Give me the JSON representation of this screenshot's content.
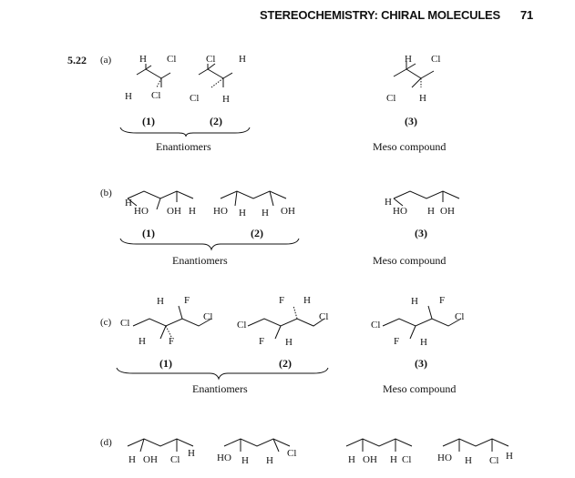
{
  "header": {
    "title": "STEREOCHEMISTRY: CHIRAL MOLECULES",
    "page": "71"
  },
  "problem": "5.22",
  "parts": {
    "a": {
      "label": "(a)",
      "m1": {
        "top": [
          "H",
          "Cl"
        ],
        "bottom": [
          "H",
          "Cl"
        ],
        "num": "(1)"
      },
      "m2": {
        "top": [
          "Cl",
          "H"
        ],
        "bottom": [
          "Cl",
          "H"
        ],
        "num": "(2)"
      },
      "m3": {
        "top": [
          "H",
          "Cl"
        ],
        "bottom": [
          "Cl",
          "H"
        ],
        "num": "(3)"
      },
      "pair_caption": "Enantiomers",
      "meso_caption": "Meso compound"
    },
    "b": {
      "label": "(b)",
      "m1": {
        "left_h": "H",
        "left_oh": "HO",
        "right_oh": "OH",
        "right_h": "H",
        "num": "(1)"
      },
      "m2": {
        "left_oh": "HO",
        "left_h": "H",
        "right_h": "H",
        "right_oh": "OH",
        "num": "(2)"
      },
      "m3": {
        "left_h": "H",
        "left_oh": "HO",
        "right_h": "H",
        "right_oh": "OH",
        "num": "(3)"
      },
      "pair_caption": "Enantiomers",
      "meso_caption": "Meso compound"
    },
    "c": {
      "label": "(c)",
      "m1": {
        "cl_left": "Cl",
        "top": [
          "H",
          "F"
        ],
        "bottom": [
          "H",
          "F"
        ],
        "cl_right": "Cl",
        "num": "(1)"
      },
      "m2": {
        "cl_left": "Cl",
        "top": [
          "F",
          "H"
        ],
        "bottom": [
          "F",
          "H"
        ],
        "cl_right": "Cl",
        "num": "(2)"
      },
      "m3": {
        "cl_left": "Cl",
        "top": [
          "H",
          "F"
        ],
        "bottom": [
          "F",
          "H"
        ],
        "cl_right": "Cl",
        "num": "(3)"
      },
      "pair_caption": "Enantiomers",
      "meso_caption": "Meso compound"
    },
    "d": {
      "label": "(d)",
      "m1": {
        "labels": [
          "H",
          "OH",
          "Cl",
          "H"
        ]
      },
      "m2": {
        "labels": [
          "HO",
          "H",
          "H",
          "Cl"
        ]
      },
      "m3": {
        "labels": [
          "H",
          "OH",
          "H",
          "Cl"
        ]
      },
      "m4": {
        "labels": [
          "HO",
          "H",
          "Cl",
          "H"
        ]
      }
    }
  }
}
